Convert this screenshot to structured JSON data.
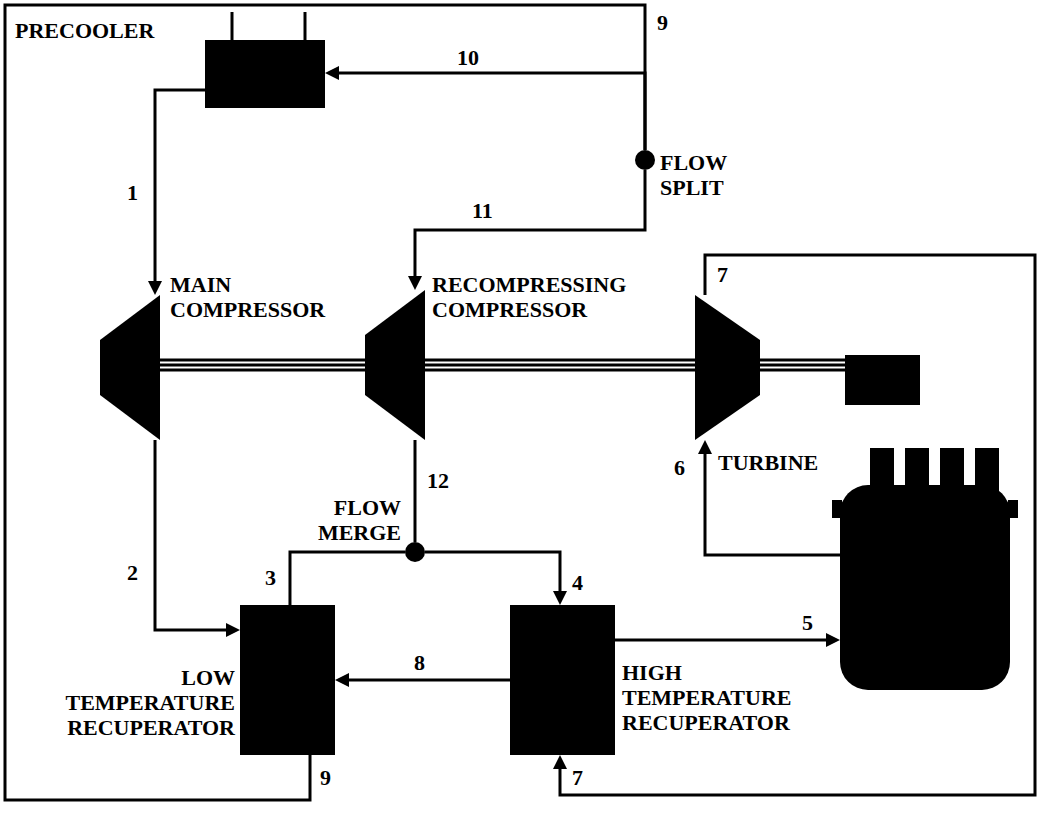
{
  "diagram": {
    "nodes": [
      {
        "text": [
          "PRECOOLER"
        ]
      },
      {
        "text": [
          "MAIN COMPRESSOR"
        ]
      },
      {
        "text": [
          "RECOMPRESSING COMPRESSOR"
        ]
      },
      {
        "text": [
          "TURBINE"
        ]
      },
      {
        "text": [
          "LOW TEMPERATURE RECUPERATOR"
        ]
      },
      {
        "text": [
          "HIGH TEMPERATURE RECUPERATOR"
        ]
      },
      {
        "text": [
          "FLOW SPLIT"
        ]
      },
      {
        "text": [
          "FLOW MERGE"
        ]
      }
    ],
    "edges": [
      {
        "from": 6,
        "to": 0,
        "arrow": "to",
        "label": "10"
      },
      {
        "from": 6,
        "to": 2,
        "arrow": "to",
        "label": "11"
      },
      {
        "from": 0,
        "to": 1,
        "arrow": "to",
        "label": "1"
      },
      {
        "from": 1,
        "to": 4,
        "arrow": "to",
        "label": "2"
      },
      {
        "from": 4,
        "to": 7,
        "arrow": "none",
        "label": "3"
      },
      {
        "from": 2,
        "to": 7,
        "arrow": "none",
        "label": "12"
      },
      {
        "from": 7,
        "to": 5,
        "arrow": "to",
        "label": "4"
      },
      {
        "from": 5,
        "to": 4,
        "arrow": "to",
        "label": "8"
      },
      {
        "from": 4,
        "to": 6,
        "arrow": "none",
        "label": "9"
      },
      {
        "from": 3,
        "to": 5,
        "arrow": "to",
        "label": "7"
      }
    ],
    "labels": [
      "5",
      "6",
      "7",
      "9"
    ]
  }
}
